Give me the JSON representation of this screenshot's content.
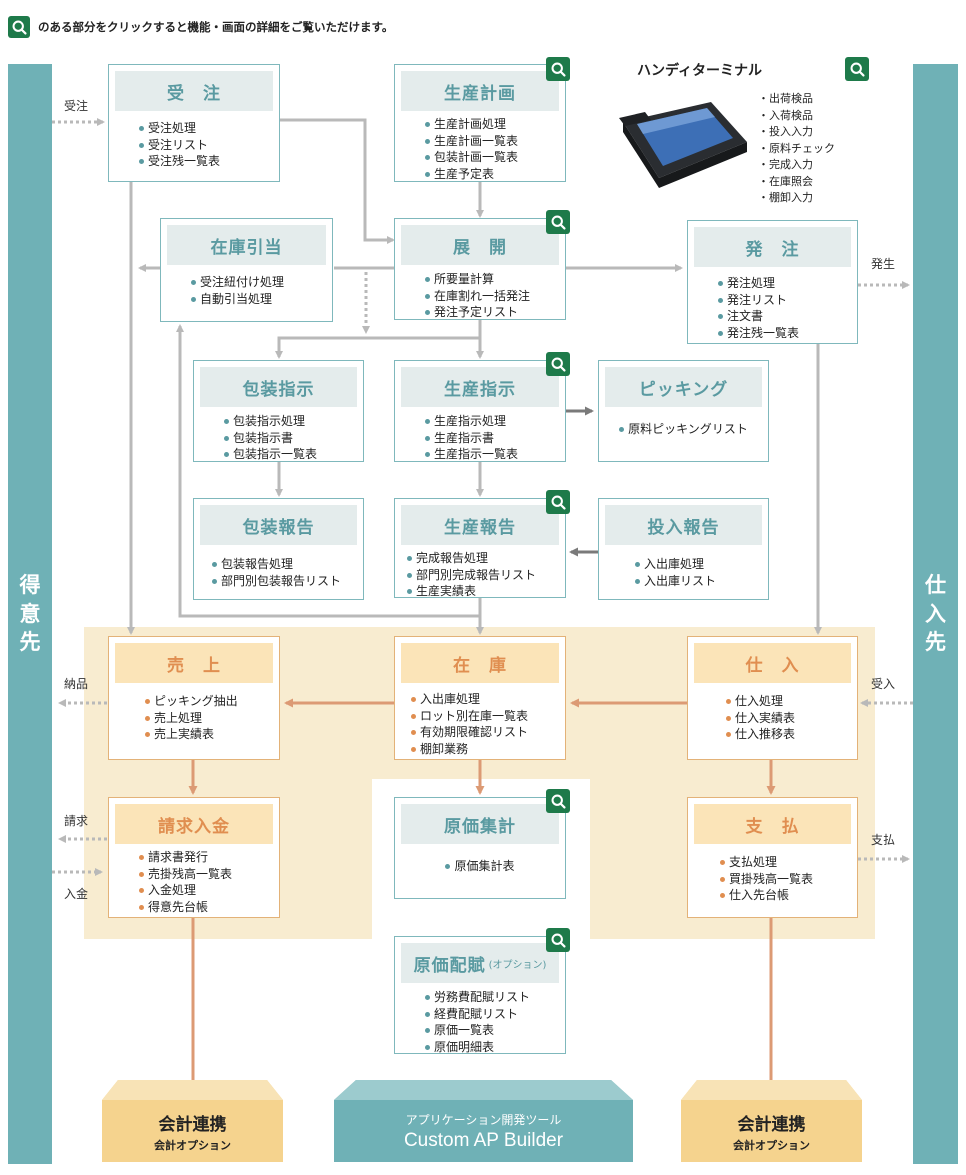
{
  "hint": "のある部分をクリックすると機能・画面の詳細をご覧いただけます。",
  "sidebars": {
    "left": [
      "得",
      "意",
      "先"
    ],
    "right": [
      "仕",
      "入",
      "先"
    ]
  },
  "flow_labels": {
    "order_in": "受注",
    "order_out": "発生",
    "delivery": "納品",
    "receipt": "受入",
    "invoice": "請求",
    "payment_in": "入金",
    "payment_out": "支払"
  },
  "handy": {
    "title": "ハンディターミナル",
    "items": [
      "出荷検品",
      "入荷検品",
      "投入入力",
      "原料チェック",
      "完成入力",
      "在庫照会",
      "棚卸入力"
    ]
  },
  "boxes": {
    "juchu": {
      "title": "受　注",
      "items": [
        "受注処理",
        "受注リスト",
        "受注残一覧表"
      ]
    },
    "seisan_keikaku": {
      "title": "生産計画",
      "items": [
        "生産計画処理",
        "生産計画一覧表",
        "包装計画一覧表",
        "生産予定表"
      ]
    },
    "zaiko_hikiate": {
      "title": "在庫引当",
      "items": [
        "受注紐付け処理",
        "自動引当処理"
      ]
    },
    "tenkai": {
      "title": "展　開",
      "items": [
        "所要量計算",
        "在庫割れ一括発注",
        "発注予定リスト"
      ]
    },
    "hacchu": {
      "title": "発　注",
      "items": [
        "発注処理",
        "発注リスト",
        "注文書",
        "発注残一覧表"
      ]
    },
    "housou_shiji": {
      "title": "包装指示",
      "items": [
        "包装指示処理",
        "包装指示書",
        "包装指示一覧表"
      ]
    },
    "seisan_shiji": {
      "title": "生産指示",
      "items": [
        "生産指示処理",
        "生産指示書",
        "生産指示一覧表"
      ]
    },
    "picking": {
      "title": "ピッキング",
      "items": [
        "原料ピッキングリスト"
      ]
    },
    "housou_houkoku": {
      "title": "包装報告",
      "items": [
        "包装報告処理",
        "部門別包装報告リスト"
      ]
    },
    "seisan_houkoku": {
      "title": "生産報告",
      "items": [
        "完成報告処理",
        "部門別完成報告リスト",
        "生産実績表"
      ]
    },
    "tounyu_houkoku": {
      "title": "投入報告",
      "items": [
        "入出庫処理",
        "入出庫リスト"
      ]
    },
    "uriage": {
      "title": "売　上",
      "items": [
        "ピッキング抽出",
        "売上処理",
        "売上実績表"
      ]
    },
    "zaiko": {
      "title": "在　庫",
      "items": [
        "入出庫処理",
        "ロット別在庫一覧表",
        "有効期限確認リスト",
        "棚卸業務"
      ]
    },
    "shiire": {
      "title": "仕　入",
      "items": [
        "仕入処理",
        "仕入実績表",
        "仕入推移表"
      ]
    },
    "seikyu": {
      "title": "請求入金",
      "items": [
        "請求書発行",
        "売掛残高一覧表",
        "入金処理",
        "得意先台帳"
      ]
    },
    "genka_shukei": {
      "title": "原価集計",
      "items": [
        "原価集計表"
      ]
    },
    "shiharai": {
      "title": "支　払",
      "items": [
        "支払処理",
        "買掛残高一覧表",
        "仕入先台帳"
      ]
    },
    "genka_haifu": {
      "title": "原価配賦",
      "title_note": "(オプション)",
      "items": [
        "労務費配賦リスト",
        "経費配賦リスト",
        "原価一覧表",
        "原価明細表"
      ]
    }
  },
  "bottom": {
    "left": {
      "title": "会計連携",
      "sub": "会計オプション"
    },
    "center": {
      "sub": "アプリケーション開発ツール",
      "title": "Custom AP Builder"
    },
    "right": {
      "title": "会計連携",
      "sub": "会計オプション"
    }
  },
  "colors": {
    "teal": "#6fb1b6",
    "orange": "#e08e50",
    "green": "#1e7a4a"
  }
}
